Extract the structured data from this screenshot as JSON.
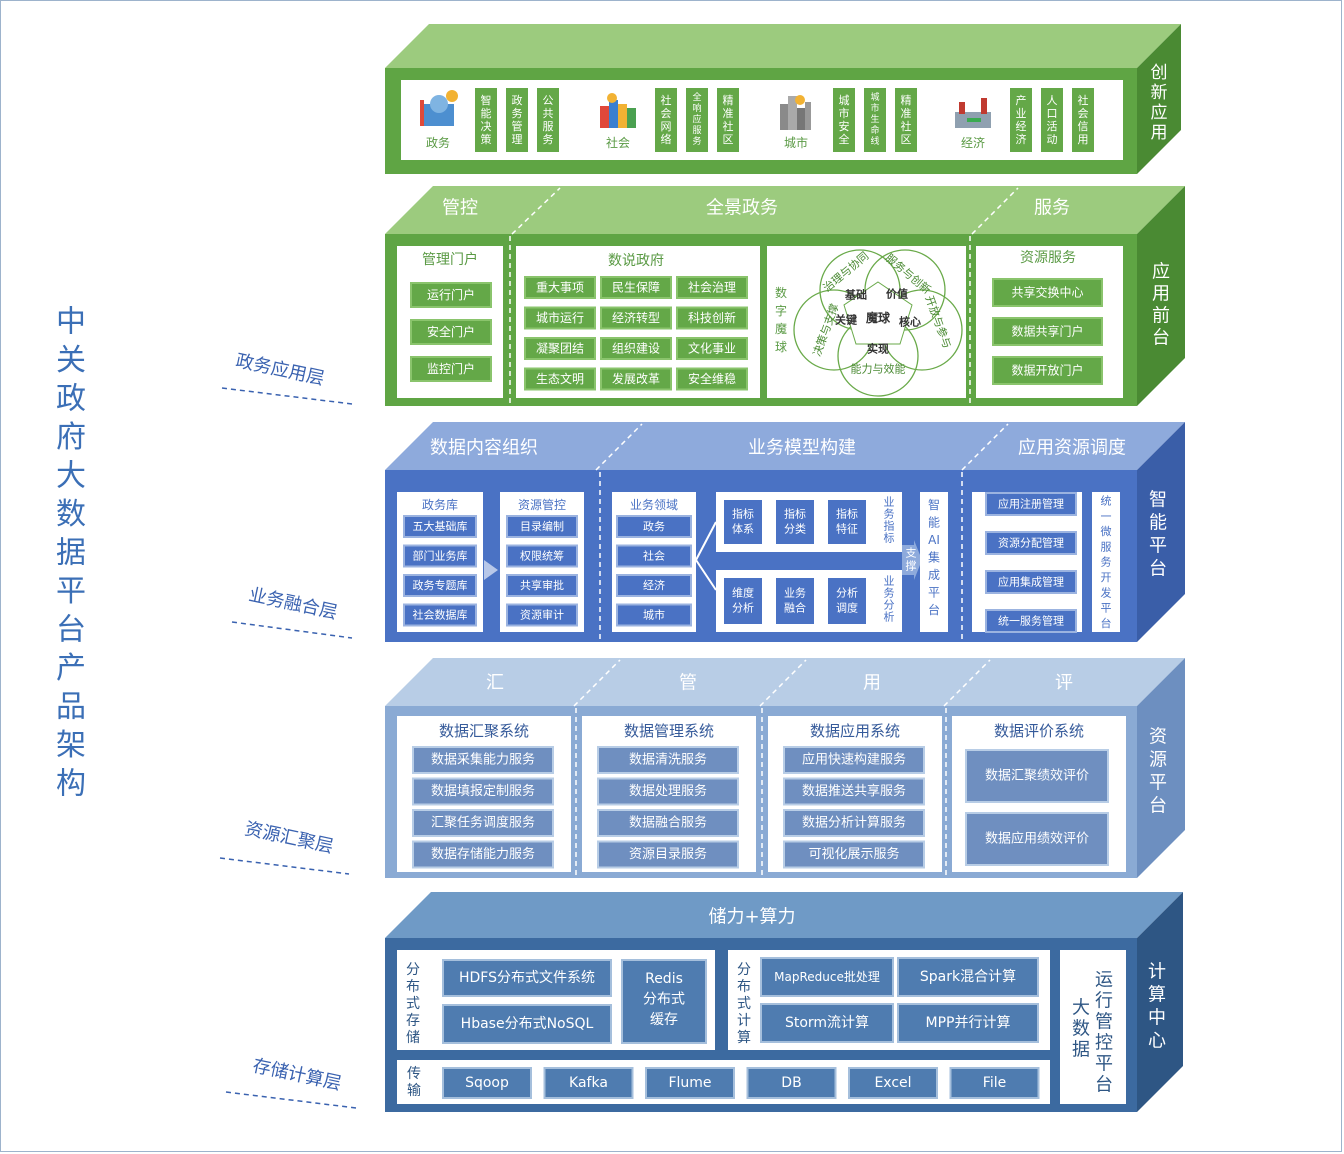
{
  "title_chars": [
    "中",
    "关",
    "政",
    "府",
    "大",
    "数",
    "据",
    "平",
    "台",
    "产",
    "品",
    "架",
    "构"
  ],
  "layers": {
    "app": "政务应用层",
    "biz": "业务融合层",
    "res": "资源汇聚层",
    "store": "存储计算层"
  },
  "l1": {
    "side": [
      "创",
      "新",
      "应",
      "用"
    ],
    "groups": [
      {
        "name": "政务",
        "items": [
          [
            "智",
            "能",
            "决",
            "策"
          ],
          [
            "政",
            "务",
            "管",
            "理"
          ],
          [
            "公",
            "共",
            "服",
            "务"
          ]
        ]
      },
      {
        "name": "社会",
        "items": [
          [
            "社",
            "会",
            "网",
            "络"
          ],
          [
            "全",
            "响",
            "应",
            "服",
            "务"
          ],
          [
            "精",
            "准",
            "社",
            "区"
          ]
        ]
      },
      {
        "name": "城市",
        "items": [
          [
            "城",
            "市",
            "安",
            "全"
          ],
          [
            "城",
            "市",
            "生",
            "命",
            "线"
          ],
          [
            "精",
            "准",
            "社",
            "区"
          ]
        ]
      },
      {
        "name": "经济",
        "items": [
          [
            "产",
            "业",
            "经",
            "济"
          ],
          [
            "人",
            "口",
            "活",
            "动"
          ],
          [
            "社",
            "会",
            "信",
            "用"
          ]
        ]
      }
    ]
  },
  "l2": {
    "side": [
      "应",
      "用",
      "前",
      "台"
    ],
    "top": [
      "管控",
      "全景政务",
      "服务"
    ],
    "portal": {
      "title": "管理门户",
      "items": [
        "运行门户",
        "安全门户",
        "监控门户"
      ]
    },
    "gov": {
      "title": "数说政府",
      "items": [
        "重大事项",
        "民生保障",
        "社会治理",
        "城市运行",
        "经济转型",
        "科技创新",
        "凝聚团结",
        "组织建设",
        "文化事业",
        "生态文明",
        "发展改革",
        "安全维稳"
      ]
    },
    "cube": {
      "side": [
        "数",
        "字",
        "魔",
        "球"
      ],
      "outer": [
        "治理与协同",
        "服务与创新",
        "开放与参与",
        "能力与效能",
        "决策与支撑"
      ],
      "inner": [
        "基础",
        "价值",
        "魔球",
        "核心",
        "实现",
        "关键"
      ]
    },
    "service": {
      "title": "资源服务",
      "items": [
        "共享交换中心",
        "数据共享门户",
        "数据开放门户"
      ]
    }
  },
  "l3": {
    "side": [
      "智",
      "能",
      "平",
      "台"
    ],
    "top": [
      "数据内容组织",
      "业务模型构建",
      "应用资源调度"
    ],
    "govdb": {
      "title": "政务库",
      "items": [
        "五大基础库",
        "部门业务库",
        "政务专题库",
        "社会数据库"
      ]
    },
    "resctl": {
      "title": "资源管控",
      "items": [
        "目录编制",
        "权限统筹",
        "共享审批",
        "资源审计"
      ]
    },
    "domain": {
      "title": "业务领域",
      "items": [
        "政务",
        "社会",
        "经济",
        "城市"
      ]
    },
    "ind": {
      "items": [
        [
          "指标",
          "体系"
        ],
        [
          "指标",
          "分类"
        ],
        [
          "指标",
          "特征"
        ]
      ],
      "label": [
        "业",
        "务",
        "指",
        "标"
      ]
    },
    "ana": {
      "items": [
        [
          "维度",
          "分析"
        ],
        [
          "业务",
          "融合"
        ],
        [
          "分析",
          "调度"
        ]
      ],
      "label": [
        "业",
        "务",
        "分",
        "析"
      ]
    },
    "support": [
      "支",
      "撑"
    ],
    "ai": [
      "智",
      "能",
      "AI",
      "集",
      "成",
      "平",
      "台"
    ],
    "sched": [
      "应用注册管理",
      "资源分配管理",
      "应用集成管理",
      "统一服务管理"
    ],
    "micro": [
      "统",
      "一",
      "微",
      "服",
      "务",
      "开",
      "发",
      "平",
      "台"
    ]
  },
  "l4": {
    "side": [
      "资",
      "源",
      "平",
      "台"
    ],
    "top": [
      "汇",
      "管",
      "用",
      "评"
    ],
    "cols": [
      {
        "title": "数据汇聚系统",
        "items": [
          "数据采集能力服务",
          "数据填报定制服务",
          "汇聚任务调度服务",
          "数据存储能力服务"
        ]
      },
      {
        "title": "数据管理系统",
        "items": [
          "数据清洗服务",
          "数据处理服务",
          "数据融合服务",
          "资源目录服务"
        ]
      },
      {
        "title": "数据应用系统",
        "items": [
          "应用快速构建服务",
          "数据推送共享服务",
          "数据分析计算服务",
          "可视化展示服务"
        ]
      },
      {
        "title": "数据评价系统",
        "items": [
          "数据汇聚绩效评价",
          "数据应用绩效评价"
        ]
      }
    ]
  },
  "l5": {
    "side": [
      "计",
      "算",
      "中",
      "心"
    ],
    "top": "储力+算力",
    "storage": {
      "label": [
        "分",
        "布",
        "式",
        "存",
        "储"
      ],
      "hdfs": "HDFS分布式文件系统",
      "hbase": "Hbase分布式NoSQL",
      "redis": [
        "Redis",
        "分布式",
        "缓存"
      ]
    },
    "compute": {
      "label": [
        "分",
        "布",
        "式",
        "计",
        "算"
      ],
      "items": [
        "MapReduce批处理",
        "Spark混合计算",
        "Storm流计算",
        "MPP并行计算"
      ]
    },
    "transfer": {
      "label": [
        "传",
        "输"
      ],
      "items": [
        "Sqoop",
        "Kafka",
        "Flume",
        "DB",
        "Excel",
        "File"
      ]
    },
    "ops": {
      "a": [
        "大",
        "数",
        "据"
      ],
      "b": [
        "运",
        "行",
        "管",
        "控",
        "平",
        "台"
      ]
    }
  },
  "colors": {
    "green_front": "#5fa544",
    "green_top": "#9ccb7e",
    "green_side": "#4a8a33",
    "green_btn": "#64a848",
    "blue1_front": "#4a72c4",
    "blue1_top": "#8eaadc",
    "blue1_side": "#3a5ea8",
    "blue1_btn": "#4a72c4",
    "blue2_front": "#8aaad4",
    "blue2_top": "#b8cde6",
    "blue2_side": "#6d8fc0",
    "blue2_btn": "#6f8fc0",
    "blue3_front": "#3c6aa0",
    "blue3_top": "#6f9ac6",
    "blue3_side": "#2e5684",
    "blue3_btn": "#4f7cb0",
    "title_blue": "#3b6fb6"
  }
}
